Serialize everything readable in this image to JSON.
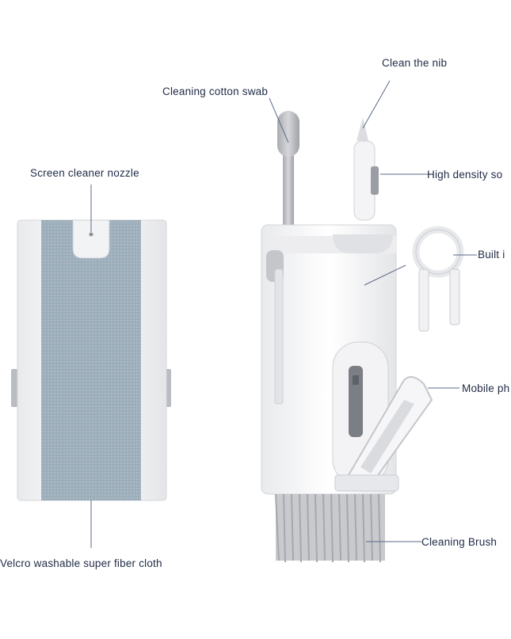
{
  "labels": {
    "clean_nib": "Clean the nib",
    "cotton_swab": "Cleaning cotton swab",
    "screen_nozzle": "Screen cleaner nozzle",
    "high_density": "High density so",
    "built_in": "Built i",
    "mobile_phone": "Mobile ph",
    "cleaning_brush": "Cleaning Brush",
    "velcro_cloth": "Velcro washable super fiber cloth"
  }
}
